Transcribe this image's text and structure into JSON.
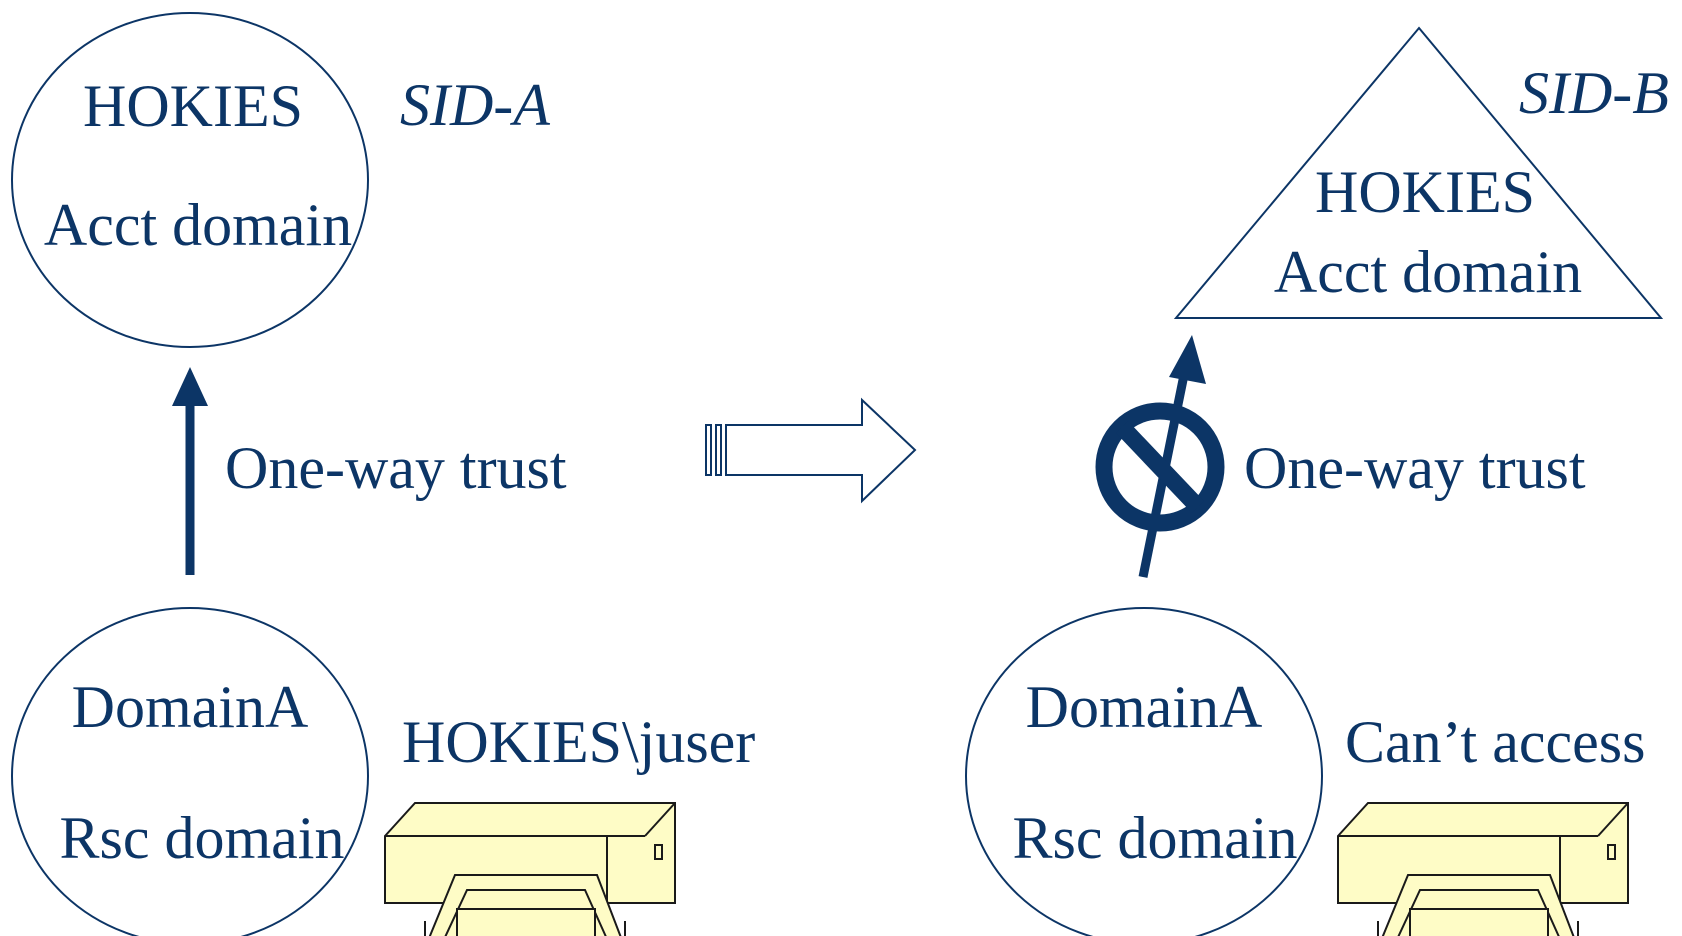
{
  "left": {
    "account_domain": {
      "name": "HOKIES",
      "role": "Acct domain"
    },
    "sid_label": "SID-A",
    "trust_label": "One-way trust",
    "resource_domain": {
      "name": "DomainA",
      "role": "Rsc domain"
    },
    "printer_caption": "HOKIES\\juser"
  },
  "right": {
    "account_domain": {
      "name": "HOKIES",
      "role": "Acct domain"
    },
    "sid_label": "SID-B",
    "trust_label": "One-way trust",
    "resource_domain": {
      "name": "DomainA",
      "role": "Rsc domain"
    },
    "printer_caption": "Can’t access"
  },
  "colors": {
    "text": "#0c3566",
    "arrow": "#0c3566",
    "printer_fill": "#fefcc6"
  },
  "icons": [
    "up-arrow-icon",
    "transition-arrow-icon",
    "no-symbol-icon",
    "printer-icon"
  ]
}
